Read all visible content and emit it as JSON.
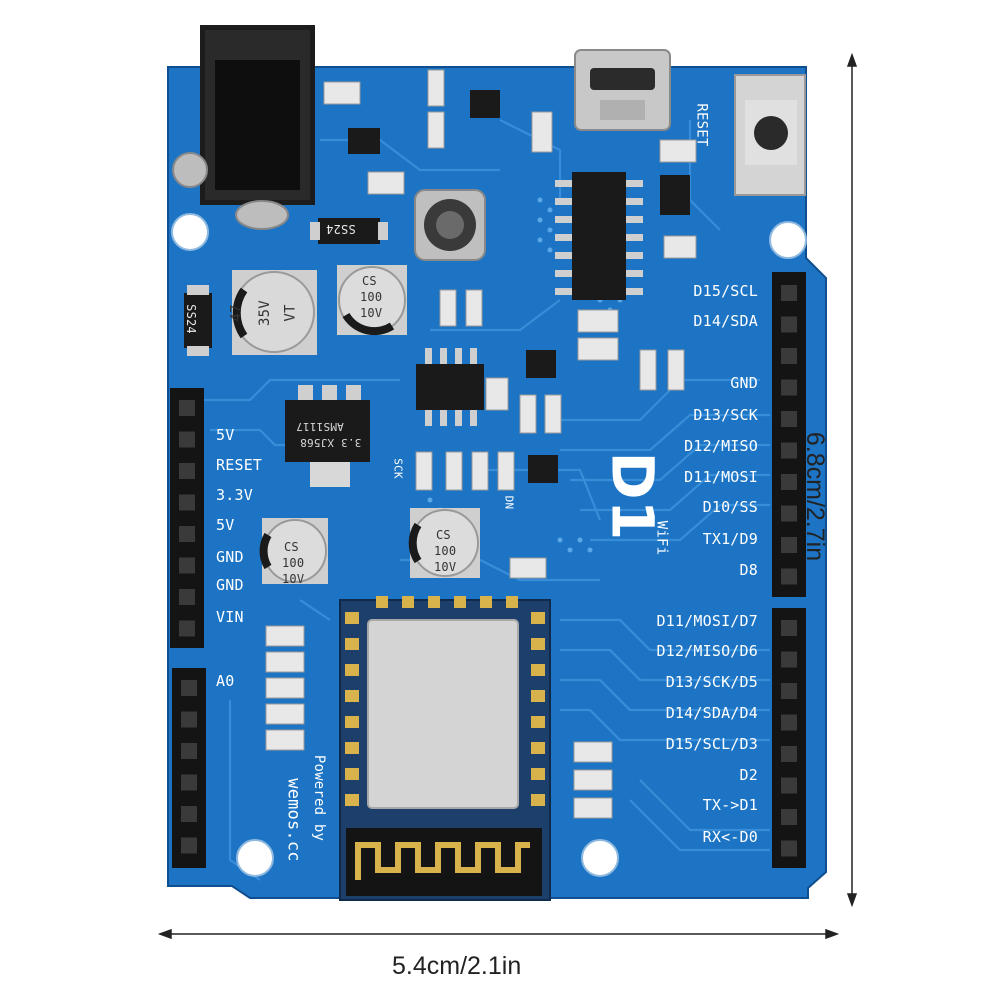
{
  "dimensions": {
    "width": "5.4cm/2.1in",
    "height": "6.8cm/2.7in"
  },
  "board": {
    "title": "D1",
    "wifi_mark": "WiFi",
    "reset_label": "RESET",
    "powered_by": "Powered by",
    "brand": "wemos.cc",
    "left_pins": [
      "5V",
      "RESET",
      "3.3V",
      "5V",
      "GND",
      "GND",
      "VIN"
    ],
    "analog_pin": "A0",
    "right_pins_top": [
      "D15/SCL",
      "D14/SDA",
      "GND",
      "D13/SCK",
      "D12/MISO",
      "D11/MOSI",
      "D10/SS",
      "TX1/D9",
      "D8"
    ],
    "right_pins_bottom": [
      "D11/MOSI/D7",
      "D12/MISO/D6",
      "D13/SCK/D5",
      "D14/SDA/D4",
      "D15/SCL/D3",
      "D2",
      "TX->D1",
      "RX<-D0"
    ],
    "cap_large_1": [
      "47",
      "35V",
      "VT"
    ],
    "cap_small": [
      "CS",
      "100",
      "10V"
    ],
    "diode": "SS24",
    "regulator": [
      "AMS1117",
      "3.3 XJ568"
    ],
    "chip_marks": [
      "SCK",
      "DN"
    ]
  },
  "colors": {
    "pcb": "#1d74c4",
    "pcb_dark": "#155a9e",
    "trace": "#3a8fd8",
    "silk": "#ffffff",
    "header": "#141414"
  }
}
